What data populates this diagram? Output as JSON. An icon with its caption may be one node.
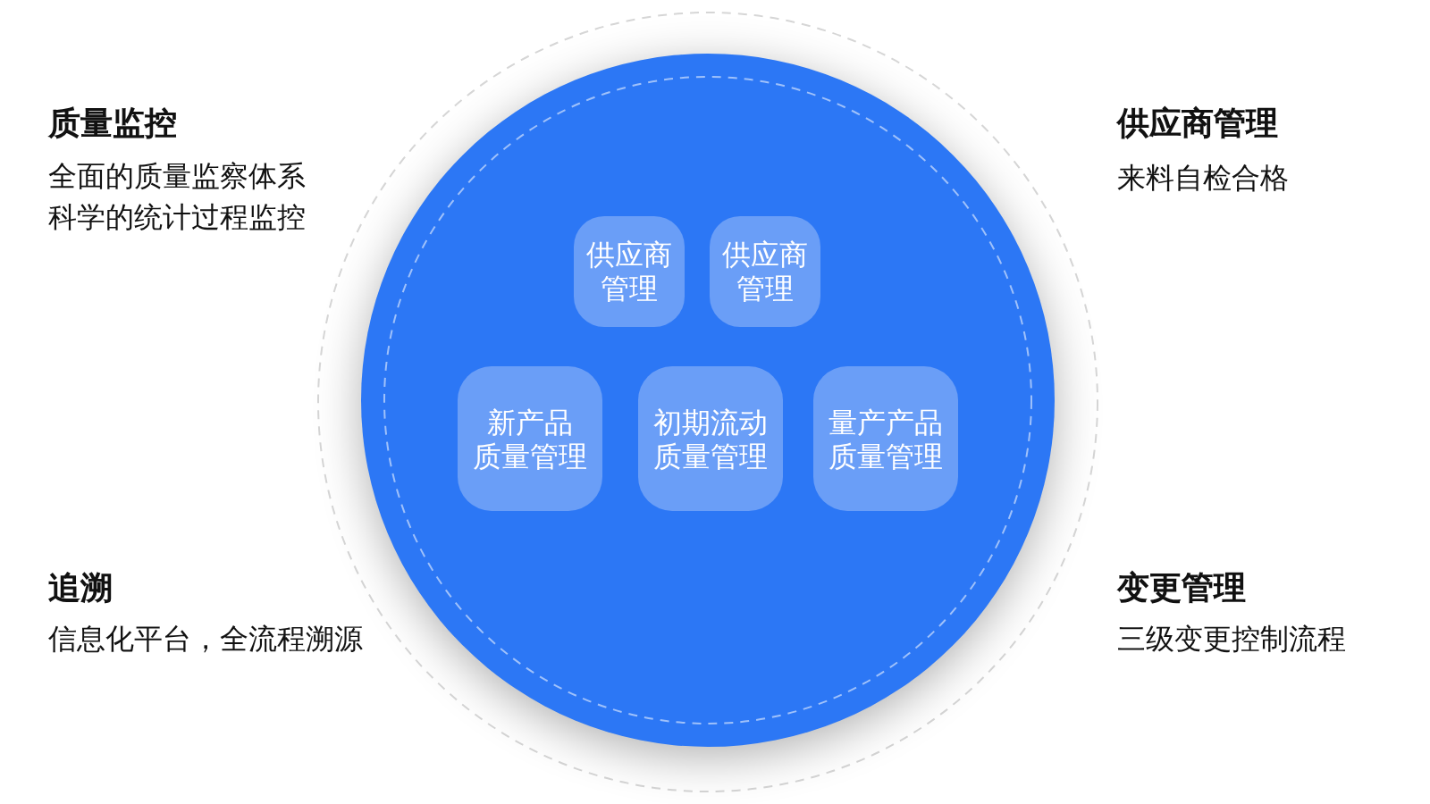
{
  "diagram": {
    "nodes": [
      {
        "text": [],
        "shape": "circle"
      },
      {
        "text": [
          "供应商管理"
        ],
        "in": 0
      },
      {
        "text": [
          "供应商管理"
        ],
        "in": 0
      },
      {
        "text": [
          "新产品质量管理"
        ],
        "in": 0
      },
      {
        "text": [
          "初期流动质量管理"
        ],
        "in": 0
      },
      {
        "text": [
          "量产产品质量管理"
        ],
        "in": 0
      }
    ],
    "labels": [
      "质量监控",
      "全面的质量监察体系",
      "科学的统计过程监控",
      "供应商管理",
      "来料自检合格",
      "追溯",
      "信息化平台，全流程溯源",
      "变更管理",
      "三级变更控制流程"
    ]
  }
}
